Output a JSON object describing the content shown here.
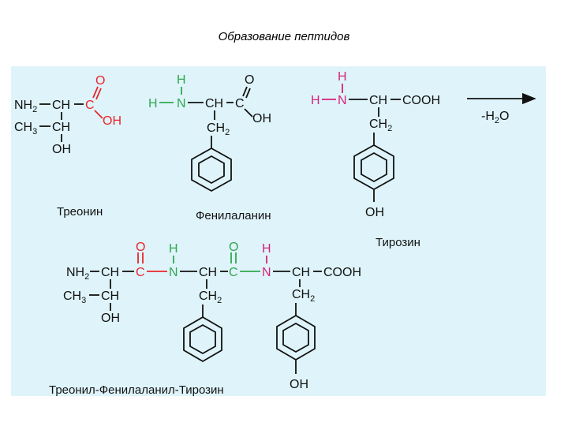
{
  "title": "Образование пептидов",
  "labels": {
    "threonine": "Треонин",
    "phenylalanine": "Фенилаланин",
    "tyrosine": "Тирозин",
    "product": "Треонил-Фенилаланил-Тирозин",
    "water_loss": "-H2O"
  },
  "atoms": {
    "nh2": "NH2",
    "ch": "CH",
    "ch3": "CH3",
    "ch2": "CH2",
    "c": "C",
    "o": "O",
    "oh": "OH",
    "h": "H",
    "n": "N",
    "cooh": "COOH"
  },
  "colors": {
    "panel": "#dff4fa",
    "red": "#e8262a",
    "green": "#2fa84f",
    "magenta": "#d6227a"
  }
}
